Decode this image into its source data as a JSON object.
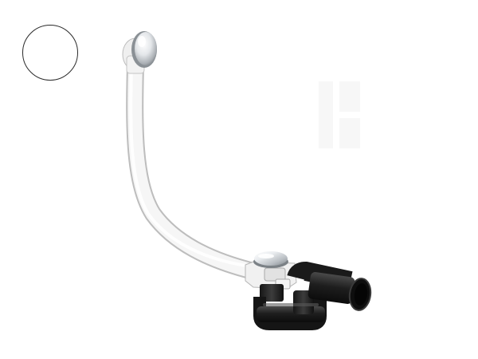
{
  "swatch": {
    "color": "#ffffff",
    "border_color": "#2a2a2a",
    "icon": "color-swatch-white"
  },
  "product": {
    "icon": "bath-waste-overflow-kit",
    "parts": [
      "overflow-cap-chrome",
      "flexible-hose-white",
      "drain-plug-chrome",
      "siphon-trap-black",
      "outlet-pipe-black"
    ],
    "colors": {
      "chrome": "#d6d9dc",
      "hose": "#f3f3f3",
      "trap": "#1c1c1c"
    }
  }
}
